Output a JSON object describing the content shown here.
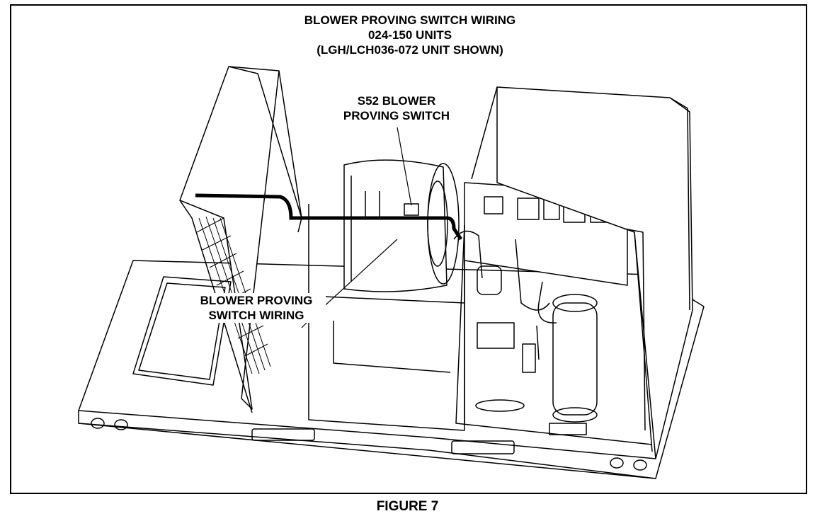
{
  "title": {
    "line1": "BLOWER PROVING SWITCH WIRING",
    "line2": "024-150 UNITS",
    "line3": "(LGH/LCH036-072 UNIT SHOWN)"
  },
  "callouts": {
    "switch": {
      "line1": "S52 BLOWER",
      "line2": "PROVING SWITCH"
    },
    "wiring": {
      "line1": "BLOWER PROVING",
      "line2": "SWITCH WIRING"
    }
  },
  "caption": "FIGURE 7",
  "colors": {
    "ink": "#000000",
    "paper": "#ffffff"
  }
}
